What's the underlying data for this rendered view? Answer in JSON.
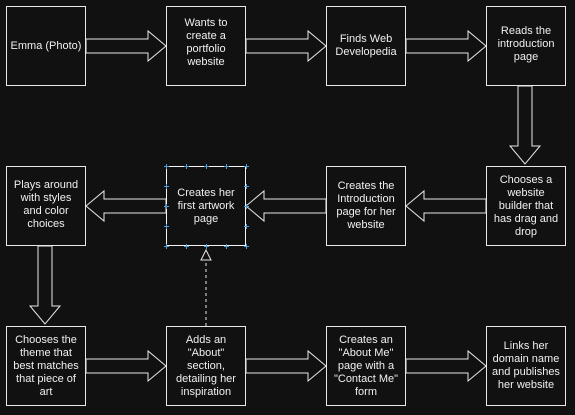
{
  "nodes": {
    "n1": "Emma (Photo)",
    "n2": "Wants to create a portfolio website",
    "n3": "Finds Web Developedia",
    "n4": "Reads the introduction page",
    "n5": "Chooses a website builder that has drag and drop",
    "n6": "Creates the Introduction page for her website",
    "n7": "Creates her first artwork page",
    "n8": "Plays around with styles and color choices",
    "n9": "Chooses the theme that best matches that piece of art",
    "n10": "Adds an \"About\" section, detailing her inspiration",
    "n11": "Creates an \"About Me\" page with a \"Contact Me\" form",
    "n12": "Links her domain name and publishes her website"
  },
  "colors": {
    "background": "#111111",
    "stroke": "#e8e8e8",
    "selection": "#4a9fd8"
  }
}
